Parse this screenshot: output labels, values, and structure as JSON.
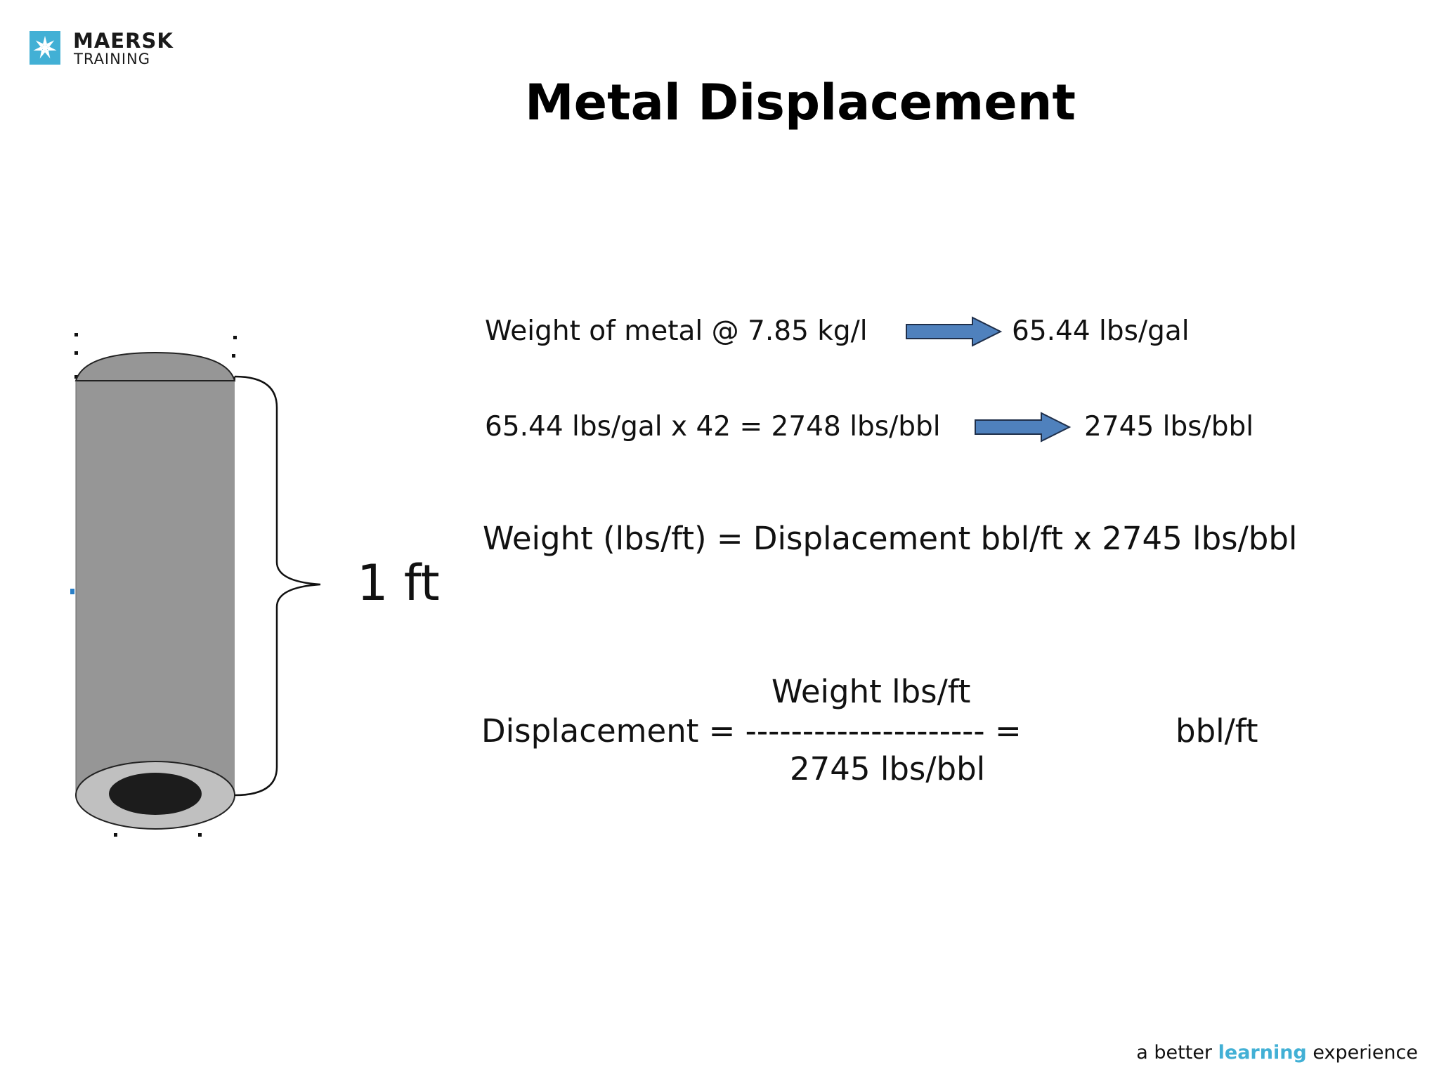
{
  "logo": {
    "brand": "MAERSK",
    "sub": "TRAINING",
    "icon": "star-icon",
    "color": "#42b0d5"
  },
  "title": "Metal Displacement",
  "diagram": {
    "height_label": "1 ft",
    "icon": "pipe-cylinder-icon"
  },
  "formulas": {
    "line1_left": "Weight of metal @ 7.85 kg/l",
    "line1_right": "65.44 lbs/gal",
    "line2_left": "65.44 lbs/gal x 42 = 2748 lbs/bbl",
    "line2_right": "2745 lbs/bbl",
    "line3": "Weight (lbs/ft) = Displacement bbl/ft x 2745 lbs/bbl",
    "fraction": {
      "numerator": "Weight lbs/ft",
      "lhs": "Displacement = --------------------- =",
      "denominator": "2745 lbs/bbl",
      "unit": "bbl/ft"
    },
    "arrow_icon": "right-arrow-icon",
    "arrow_color": "#4f81bd"
  },
  "footer": {
    "tagline_pre": "a better ",
    "tagline_highlight": "learning",
    "tagline_post": " experience"
  }
}
